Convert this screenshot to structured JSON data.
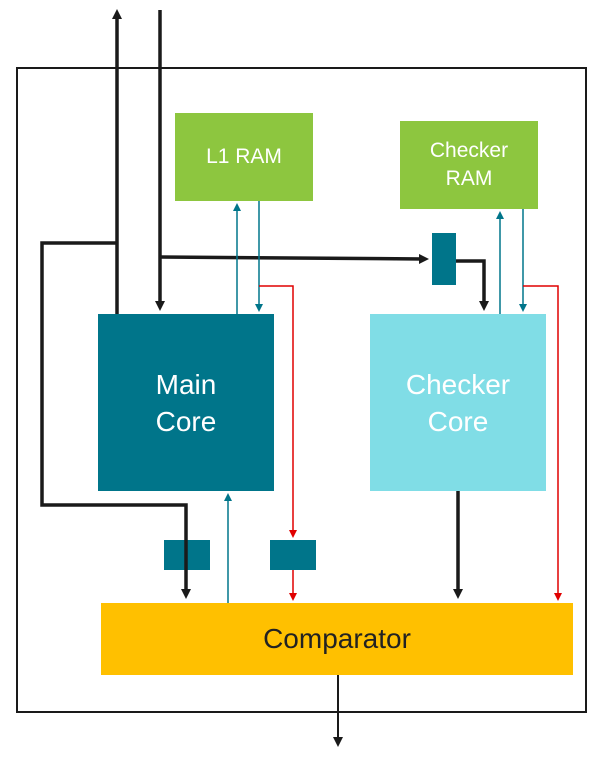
{
  "blocks": {
    "l1_ram": "L1 RAM",
    "checker_ram": "Checker\nRAM",
    "main_core": "Main\nCore",
    "checker_core": "Checker\nCore",
    "comparator": "Comparator"
  },
  "colors": {
    "ram_green": "#8DC63F",
    "main_core_teal": "#00758A",
    "checker_core_cyan": "#80DDE6",
    "comparator_yellow": "#FFC000",
    "delay_teal": "#00758A",
    "signal_dark": "#1A1A1A",
    "signal_teal": "#00758A",
    "signal_red": "#E00000"
  }
}
